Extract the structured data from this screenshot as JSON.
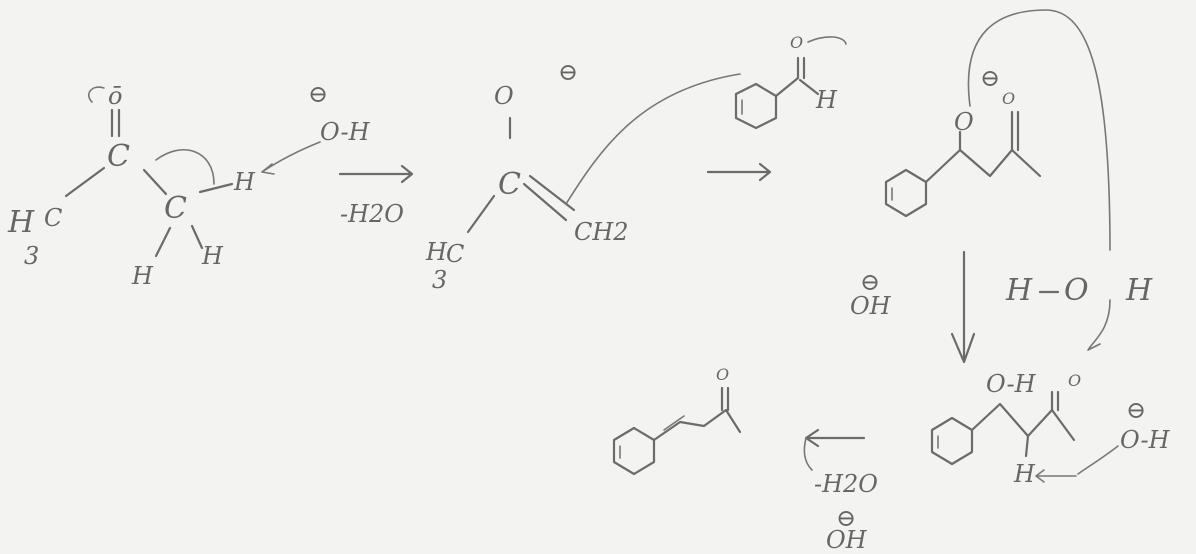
{
  "step1": {
    "carbonyl_o": "ō",
    "carbon_c1": "C",
    "carbon_c2": "C",
    "methyl_h": "H",
    "methyl_sub": "3",
    "methyl_c": "C",
    "h_alpha": "H",
    "h_beta": "H",
    "h_gamma": "H",
    "hydroxide": "O-H",
    "hydroxide_charge": "⊖"
  },
  "arrow1_label": "-H2O",
  "enolate": {
    "o": "O",
    "charge": "⊖",
    "c": "C",
    "ch2": "CH2",
    "ch2_sub": "2",
    "methyl_h": "H",
    "methyl_c": "C",
    "methyl_sub": "3"
  },
  "benzaldehyde": {
    "o": "O",
    "h": "H"
  },
  "aldol_alkoxide": {
    "o_minus": "O",
    "charge": "⊖",
    "o_ketone": "O"
  },
  "water": {
    "h_left": "H",
    "o": "O",
    "h_right": "H"
  },
  "side_oh": {
    "charge": "⊖",
    "label": "OH"
  },
  "aldol_product": {
    "oh": "O-H",
    "o": "O",
    "h": "H"
  },
  "hydroxide2": {
    "charge": "⊖",
    "label": "O-H"
  },
  "arrow_last_label": "-H2O",
  "arrow_last_oh": {
    "charge": "⊖",
    "label": "OH"
  },
  "final_product": {
    "o": "O"
  }
}
